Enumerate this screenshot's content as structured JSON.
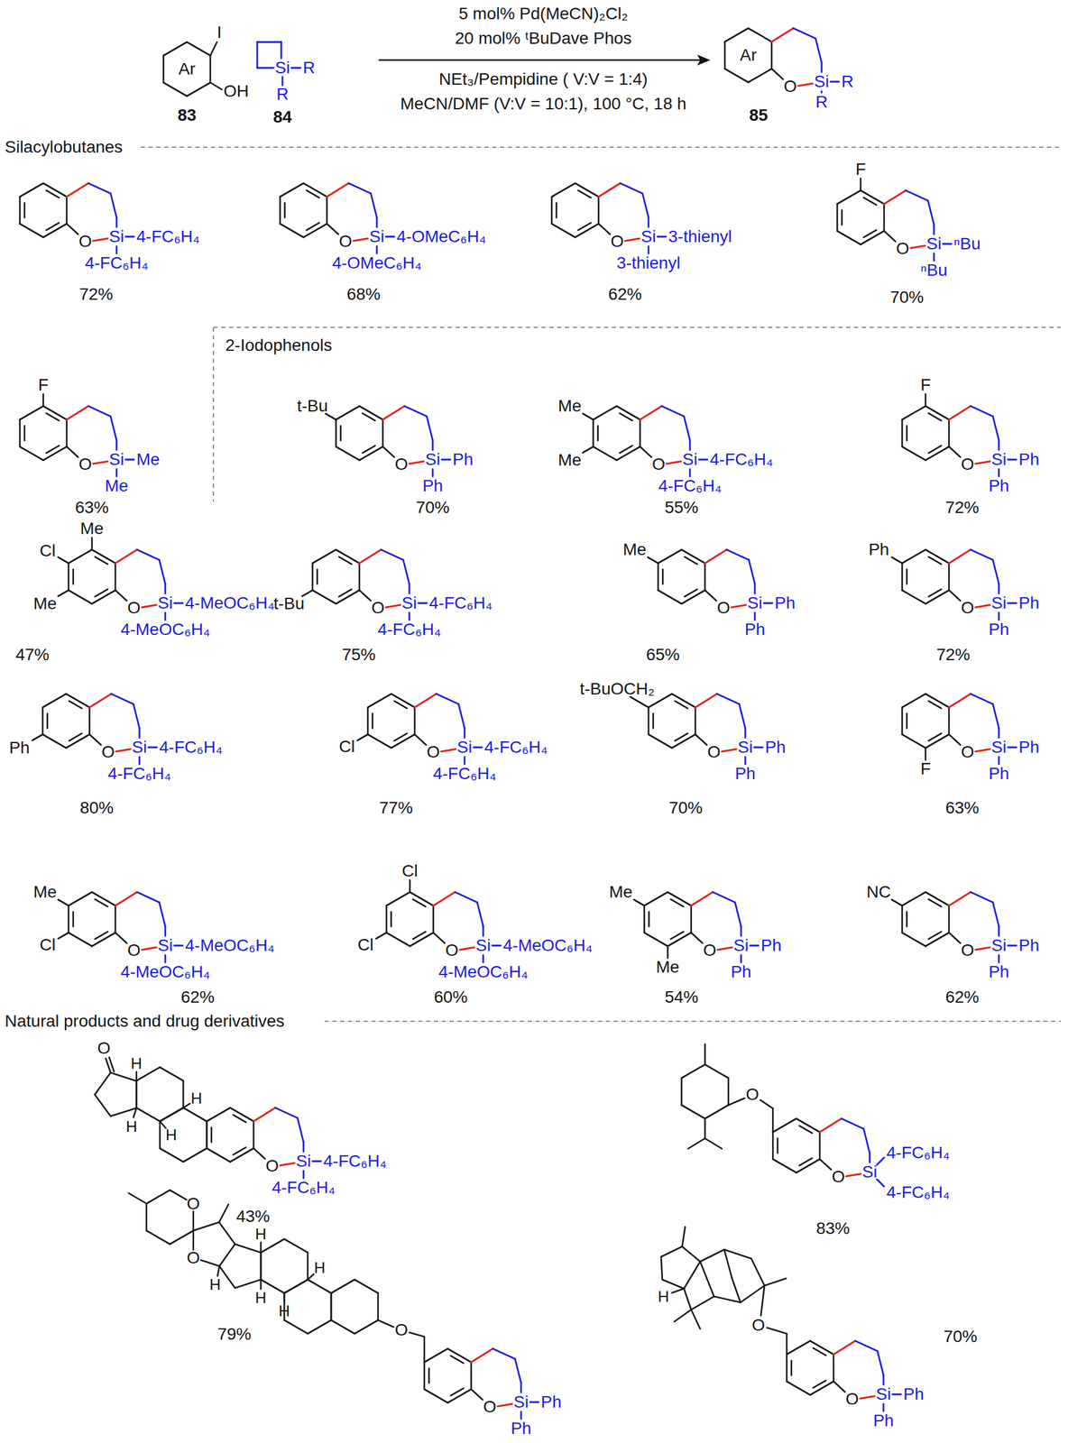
{
  "diagram": {
    "labels": [
      "I",
      "Ar",
      "OH",
      "83",
      "Si",
      "R",
      "R",
      "84",
      "5 mol% Pd(MeCN)₂Cl₂",
      "20 mol% ᵗBuDave Phos",
      "NEt₃/Pempidine ( V:V = 1:4)",
      "MeCN/DMF (V:V = 10:1), 100 °C, 18 h",
      "Ar",
      "O",
      "Si",
      "R",
      "R",
      "85",
      "Silacylobutanes",
      "O",
      "Si",
      "4-FC₆H₄",
      "4-FC₆H₄",
      "72%",
      "O",
      "Si",
      "4-OMeC₆H₄",
      "4-OMeC₆H₄",
      "68%",
      "O",
      "Si",
      "3-thienyl",
      "3-thienyl",
      "62%",
      "F",
      "O",
      "Si",
      "ⁿBu",
      "ⁿBu",
      "70%",
      "F",
      "O",
      "Si",
      "Me",
      "Me",
      "63%",
      "2-Iodophenols",
      "t-Bu",
      "O",
      "Si",
      "Ph",
      "Ph",
      "70%",
      "Me",
      "Me",
      "O",
      "Si",
      "4-FC₆H₄",
      "4-FC₆H₄",
      "55%",
      "F",
      "O",
      "Si",
      "Ph",
      "Ph",
      "72%",
      "Me",
      "Cl",
      "Me",
      "O",
      "Si",
      "4-MeOC₆H₄",
      "4-MeOC₆H₄",
      "47%",
      "t-Bu",
      "O",
      "Si",
      "4-FC₆H₄",
      "4-FC₆H₄",
      "75%",
      "Me",
      "O",
      "Si",
      "Ph",
      "Ph",
      "65%",
      "Ph",
      "O",
      "Si",
      "Ph",
      "Ph",
      "72%",
      "Ph",
      "O",
      "Si",
      "4-FC₆H₄",
      "4-FC₆H₄",
      "80%",
      "Cl",
      "O",
      "Si",
      "4-FC₆H₄",
      "4-FC₆H₄",
      "77%",
      "t-BuOCH₂",
      "O",
      "Si",
      "Ph",
      "Ph",
      "70%",
      "F",
      "O",
      "Si",
      "Ph",
      "Ph",
      "63%",
      "Me",
      "Cl",
      "O",
      "Si",
      "4-MeOC₆H₄",
      "4-MeOC₆H₄",
      "62%",
      "Cl",
      "Cl",
      "O",
      "Si",
      "4-MeOC₆H₄",
      "4-MeOC₆H₄",
      "60%",
      "Me",
      "Me",
      "O",
      "Si",
      "Ph",
      "Ph",
      "54%",
      "NC",
      "O",
      "Si",
      "Ph",
      "Ph",
      "62%",
      "Natural products and drug derivatives",
      "O",
      "H",
      "H",
      "H",
      "H",
      "O",
      "Si",
      "4-FC₆H₄",
      "4-FC₆H₄",
      "43%",
      "O",
      "O",
      "Si",
      "4-FC₆H₄",
      "4-FC₆H₄",
      "83%",
      "O",
      "O",
      "H",
      "H",
      "H",
      "H",
      "H",
      "O",
      "O",
      "Si",
      "Ph",
      "Ph",
      "79%",
      "H",
      "O",
      "O",
      "Si",
      "Ph",
      "Ph",
      "70%"
    ]
  }
}
